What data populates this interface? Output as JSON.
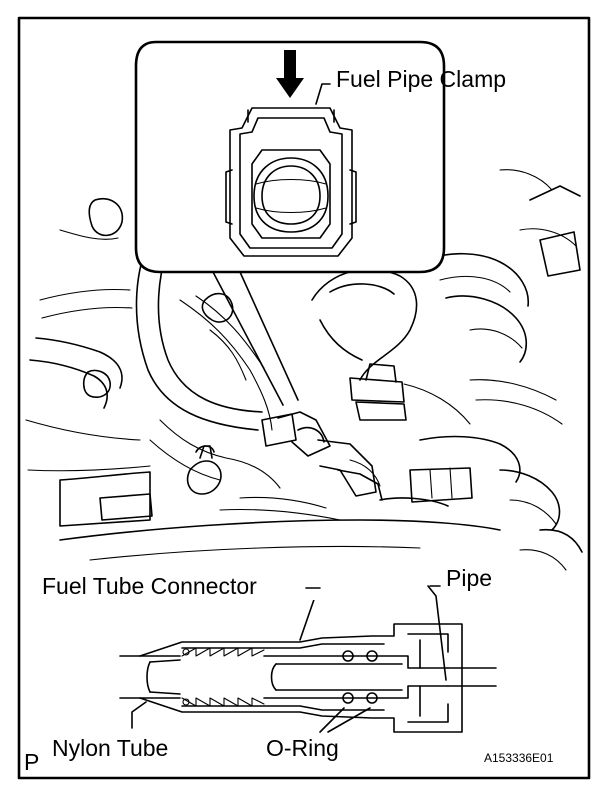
{
  "labels": {
    "fuel_pipe_clamp": "Fuel Pipe Clamp",
    "fuel_tube_connector": "Fuel Tube Connector",
    "pipe": "Pipe",
    "nylon_tube": "Nylon Tube",
    "o_ring": "O-Ring",
    "corner_letter": "P",
    "figure_id": "A153336E01"
  }
}
